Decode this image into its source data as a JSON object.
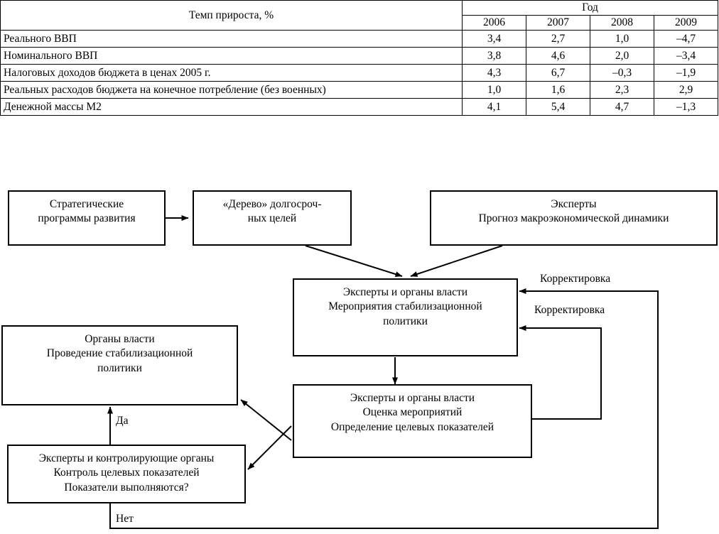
{
  "table": {
    "stub_header": "Темп прироста, %",
    "group_header": "Год",
    "years": [
      "2006",
      "2007",
      "2008",
      "2009"
    ],
    "rows": [
      {
        "label": "Реального ВВП",
        "values": [
          "3,4",
          "2,7",
          "1,0",
          "–4,7"
        ]
      },
      {
        "label": "Номинального ВВП",
        "values": [
          "3,8",
          "4,6",
          "2,0",
          "–3,4"
        ]
      },
      {
        "label": "Налоговых доходов бюджета в ценах 2005 г.",
        "values": [
          "4,3",
          "6,7",
          "–0,3",
          "–1,9"
        ]
      },
      {
        "label": "Реальных расходов бюджета на конечное потребление (без военных)",
        "values": [
          "1,0",
          "1,6",
          "2,3",
          "2,9"
        ]
      },
      {
        "label": "Денежной массы М2",
        "values": [
          "4,1",
          "5,4",
          "4,7",
          "–1,3"
        ]
      }
    ]
  },
  "diagram": {
    "boxes": {
      "strategic_programs": "Стратегические\nпрограммы развития",
      "goal_tree": "«Дерево» долгосроч-\nных целей",
      "experts_forecast": "Эксперты\nПрогноз макроэкономической динамики",
      "experts_measures": "Эксперты и органы власти\nМероприятия стабилизационной\nполитики",
      "authorities_policy": "Органы власти\nПроведение стабилизационной\nполитики",
      "experts_evaluation": "Эксперты и органы власти\nОценка мероприятий\nОпределение целевых показателей",
      "experts_control": "Эксперты и контролирующие органы\nКонтроль целевых показателей\nПоказатели выполняются?"
    },
    "labels": {
      "correction_top": "Корректировка",
      "correction_bottom": "Корректировка",
      "yes": "Да",
      "no": "Нет"
    }
  },
  "colors": {
    "line": "#000000",
    "background": "#ffffff",
    "text": "#000000"
  }
}
